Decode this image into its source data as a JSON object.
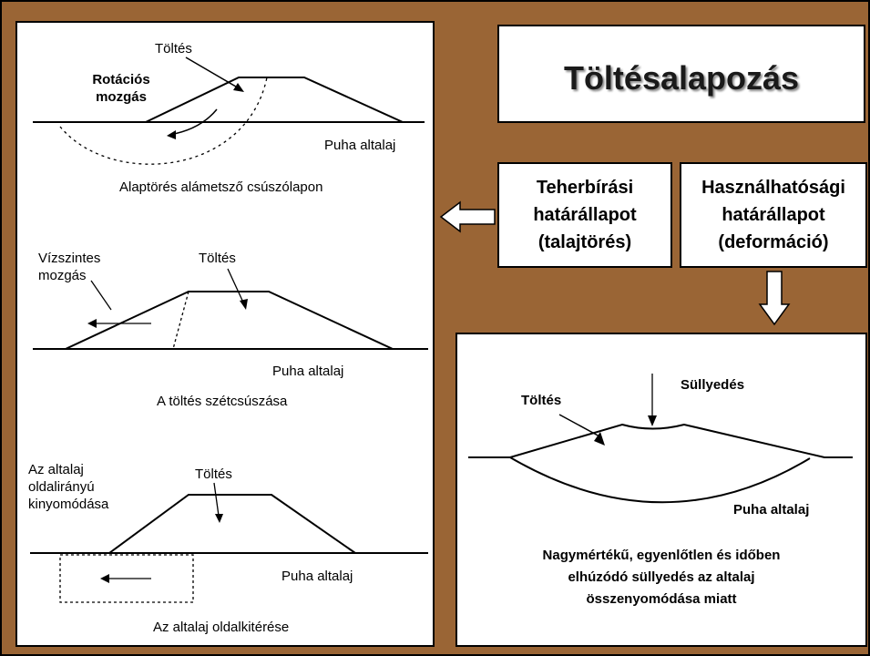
{
  "title": "Töltésalapozás",
  "ultimate_state": {
    "line1": "Teherbírási",
    "line2": "határállapot",
    "line3": "(talajtörés)"
  },
  "serviceability_state": {
    "line1": "Használhatósági",
    "line2": "határállapot",
    "line3": "(deformáció)"
  },
  "rotational": {
    "label_fill": "Töltés",
    "label_motion_line1": "Rotációs",
    "label_motion_line2": "mozgás",
    "label_soil": "Puha  altalaj",
    "caption": "Alaptörés alámetsző csúszólapon"
  },
  "lateral_spreading": {
    "label_motion_line1": "Vízszintes",
    "label_motion_line2": "mozgás",
    "label_fill": "Töltés",
    "label_soil": "Puha  altalaj",
    "caption": "A töltés szétcsúszása"
  },
  "extrusion": {
    "label_motion_line1": "Az altalaj",
    "label_motion_line2": "oldalirányú",
    "label_motion_line3": "kinyomódása",
    "label_fill": "Töltés",
    "label_soil": "Puha altalaj",
    "caption": "Az altalaj oldalkitérése"
  },
  "settlement": {
    "label_fill": "Töltés",
    "label_settlement": "Süllyedés",
    "label_soil": "Puha altalaj",
    "caption_line1": "Nagymértékű, egyenlőtlen és időben",
    "caption_line2": "elhúzódó süllyedés az altalaj",
    "caption_line3": "összenyomódása miatt"
  },
  "colors": {
    "background": "#9a6535",
    "panel": "#ffffff"
  }
}
